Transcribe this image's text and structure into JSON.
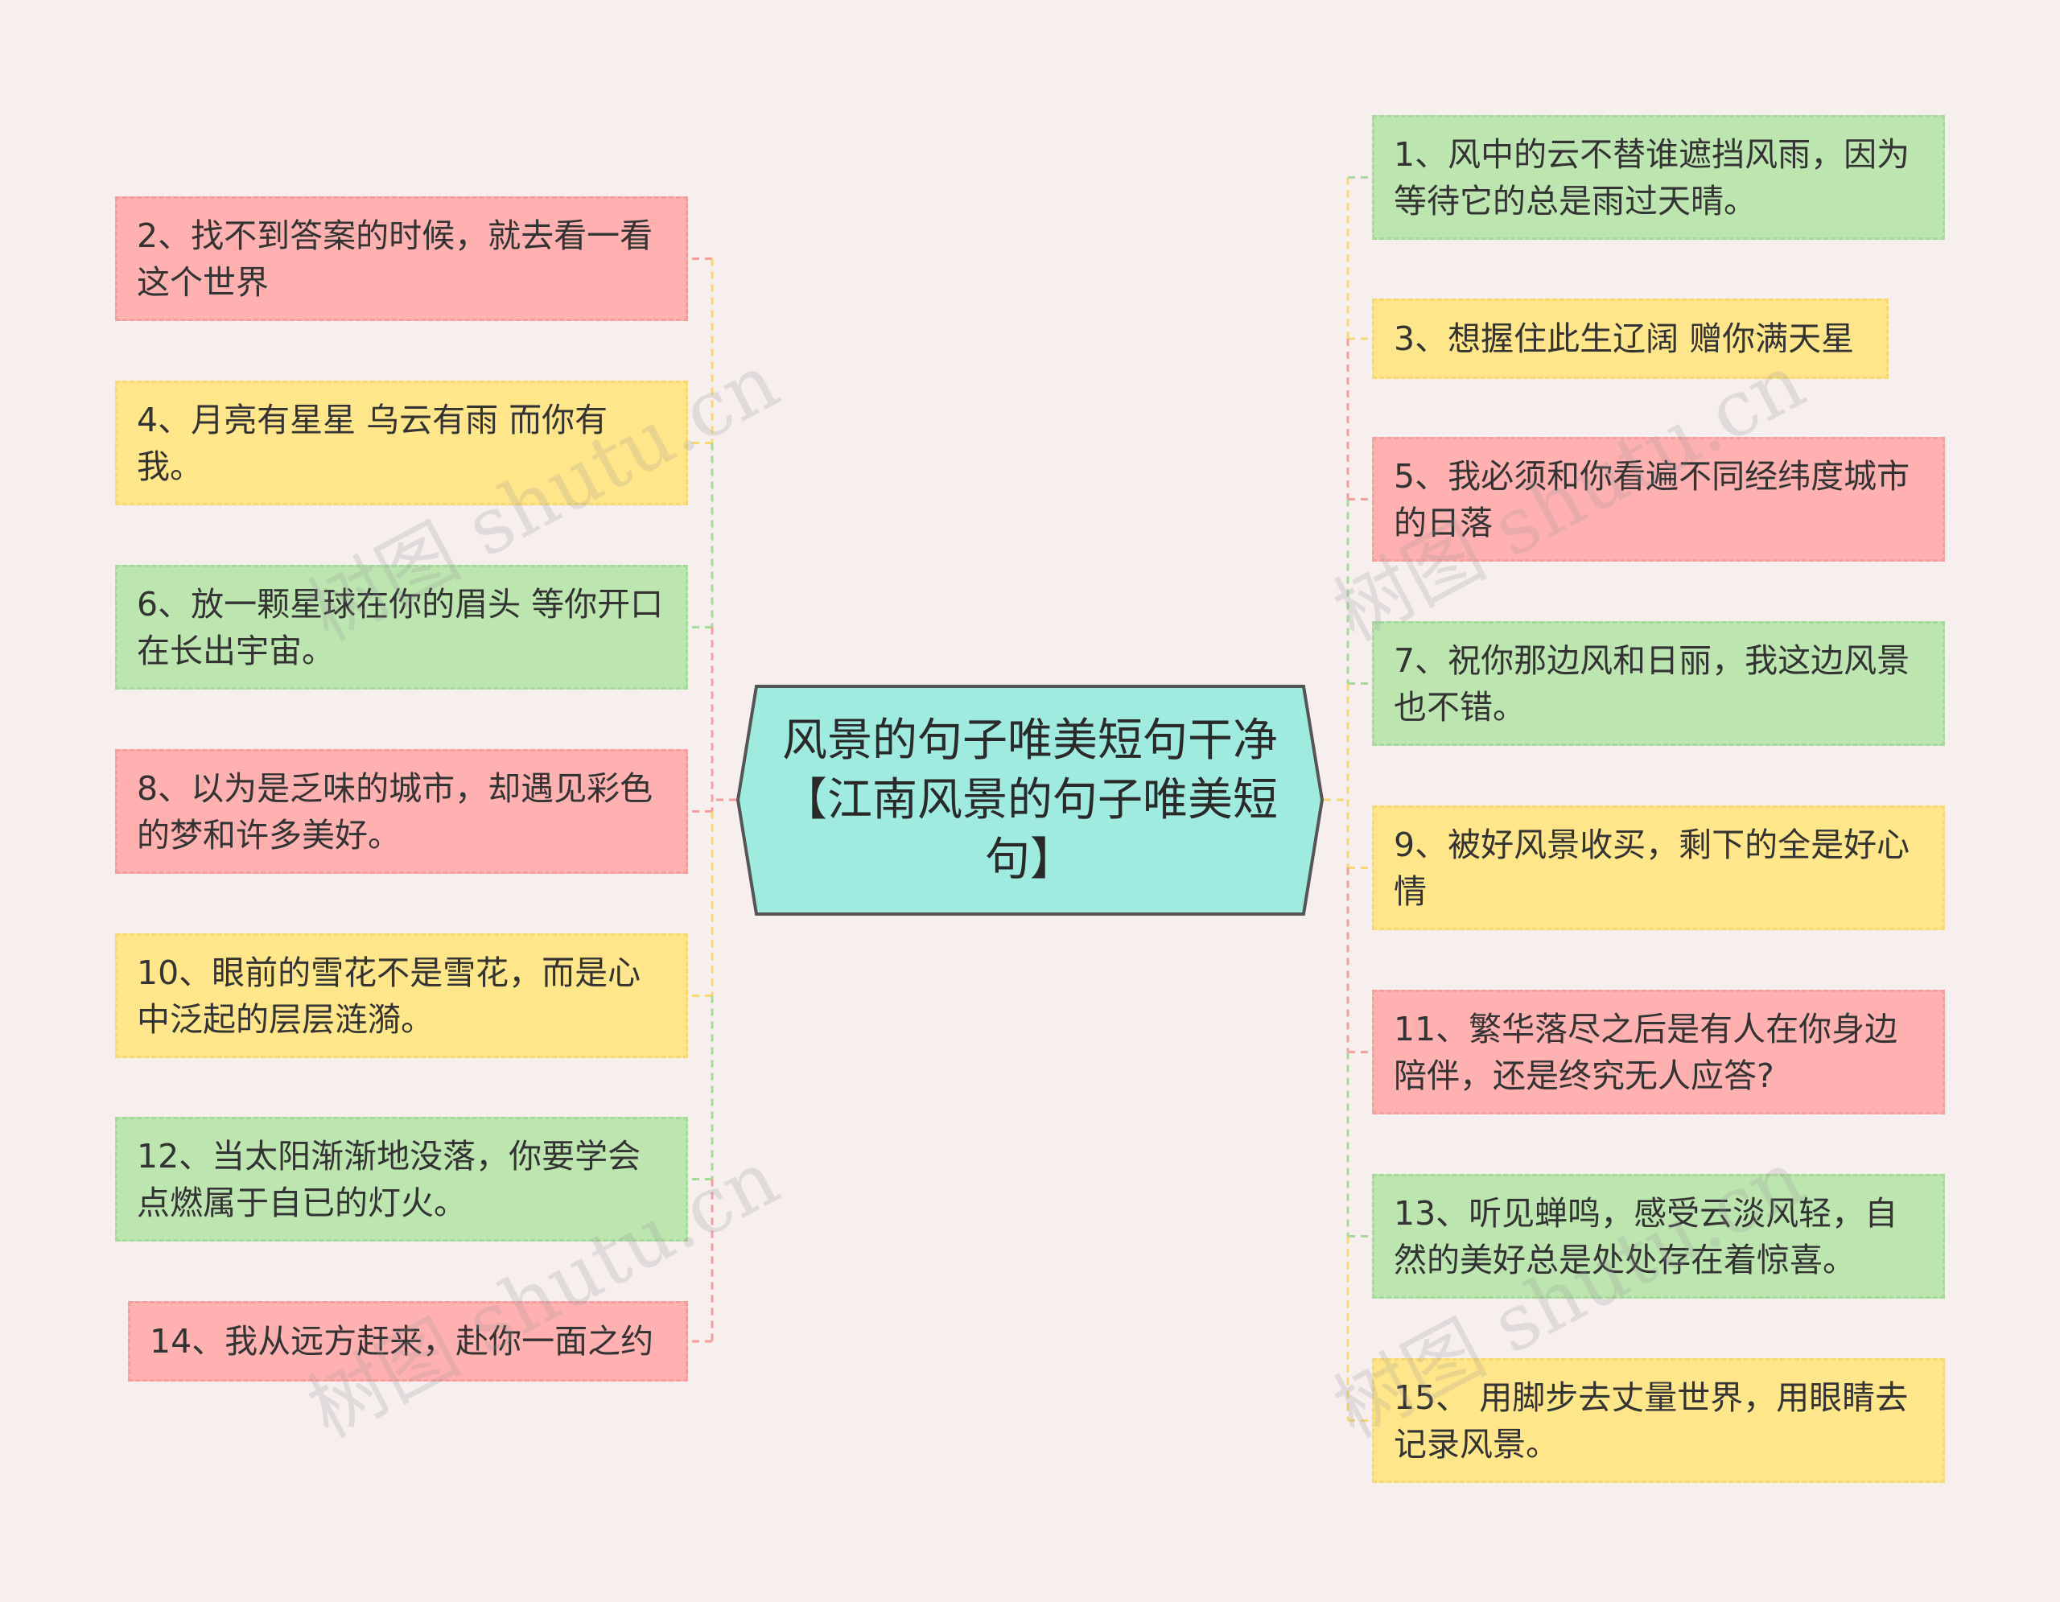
{
  "center": {
    "title": "风景的句子唯美短句干净【江南风景的句子唯美短句】"
  },
  "left_items": [
    {
      "text": "2、找不到答案的时候，就去看一看这个世界",
      "color": "pink"
    },
    {
      "text": "4、月亮有星星 乌云有雨 而你有我。",
      "color": "yellow"
    },
    {
      "text": "6、放一颗星球在你的眉头 等你开口在长出宇宙。",
      "color": "green"
    },
    {
      "text": "8、以为是乏味的城市，却遇见彩色的梦和许多美好。",
      "color": "pink"
    },
    {
      "text": "10、眼前的雪花不是雪花，而是心中泛起的层层涟漪。",
      "color": "yellow"
    },
    {
      "text": "12、当太阳渐渐地没落，你要学会点燃属于自已的灯火。",
      "color": "green"
    },
    {
      "text": "14、我从远方赶来，赴你一面之约",
      "color": "pink"
    }
  ],
  "right_items": [
    {
      "text": "1、风中的云不替谁遮挡风雨，因为等待它的总是雨过天晴。",
      "color": "green"
    },
    {
      "text": "3、想握住此生辽阔 赠你满天星",
      "color": "yellow"
    },
    {
      "text": "5、我必须和你看遍不同经纬度城市的日落",
      "color": "pink"
    },
    {
      "text": "7、祝你那边风和日丽，我这边风景也不错。",
      "color": "green"
    },
    {
      "text": "9、被好风景收买，剩下的全是好心情",
      "color": "yellow"
    },
    {
      "text": "11、繁华落尽之后是有人在你身边陪伴，还是终究无人应答?",
      "color": "pink"
    },
    {
      "text": "13、听见蝉鸣，感受云淡风轻，自然的美好总是处处存在着惊喜。",
      "color": "green"
    },
    {
      "text": "15、 用脚步去丈量世界，用眼睛去记录风景。",
      "color": "yellow"
    }
  ],
  "watermark": "树图 shutu.cn",
  "colors": {
    "background": "#f7eeee",
    "center_fill": "#a0ebe0",
    "center_stroke": "#555555",
    "green": "#bde5b0",
    "pink": "#ffb0b0",
    "yellow": "#ffe68a"
  }
}
